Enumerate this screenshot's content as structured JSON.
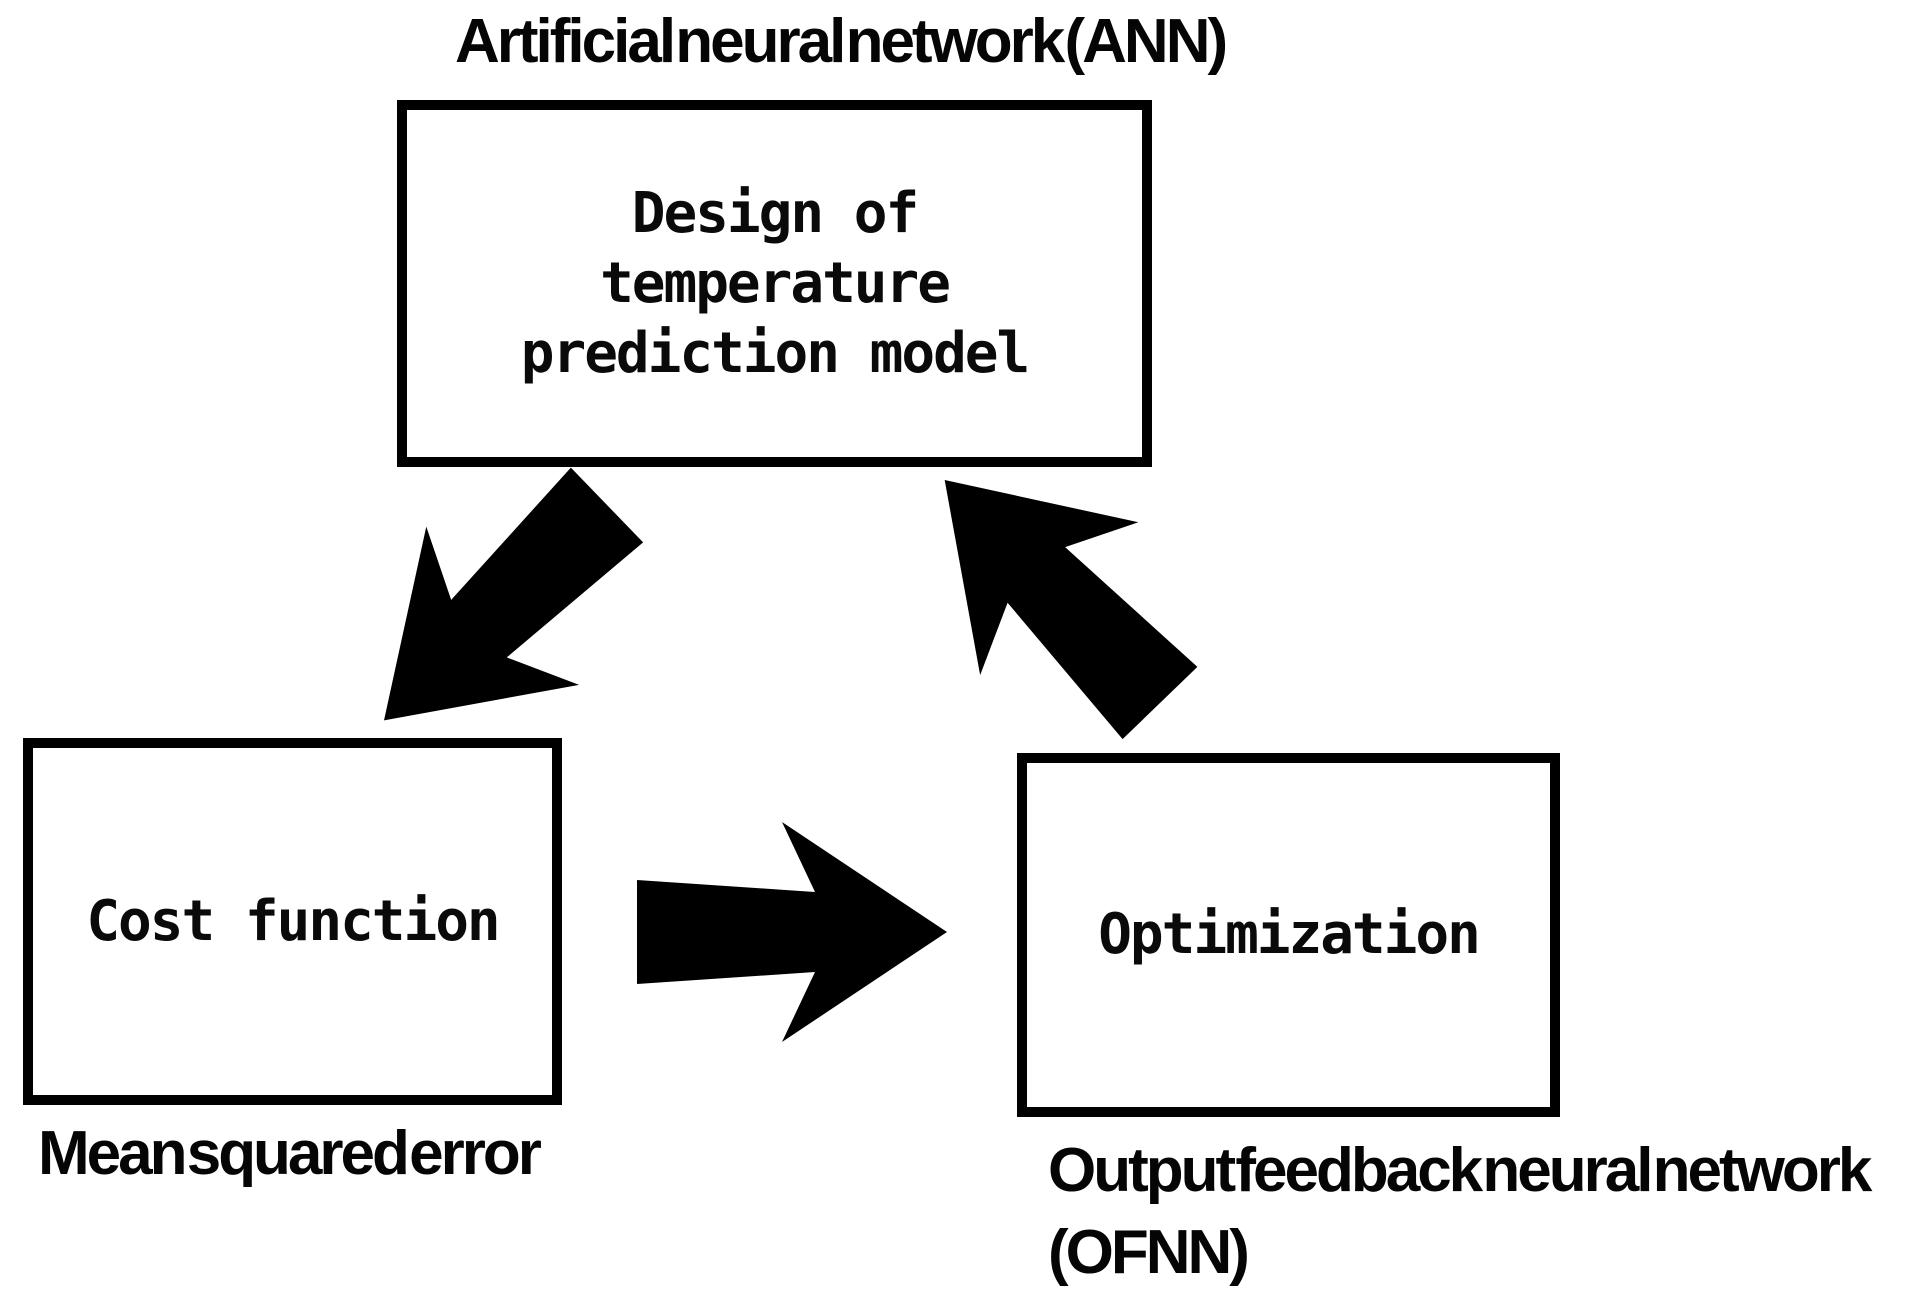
{
  "diagram": {
    "title_label": "Artificial neural network (ANN)",
    "boxes": {
      "design": {
        "lines": [
          "Design of",
          "temperature",
          "prediction model"
        ]
      },
      "cost": {
        "label": "Cost function",
        "sublabel": "Mean squared error"
      },
      "optimization": {
        "label": "Optimization",
        "sublabel_line1": "Output feedback neural network",
        "sublabel_line2": "(OFNN)"
      }
    },
    "arrows": [
      {
        "name": "design-to-cost",
        "direction": "down-left"
      },
      {
        "name": "cost-to-optimization",
        "direction": "right"
      },
      {
        "name": "optimization-to-design",
        "direction": "up-left"
      }
    ],
    "colors": {
      "foreground": "#000000",
      "background": "#ffffff"
    }
  }
}
